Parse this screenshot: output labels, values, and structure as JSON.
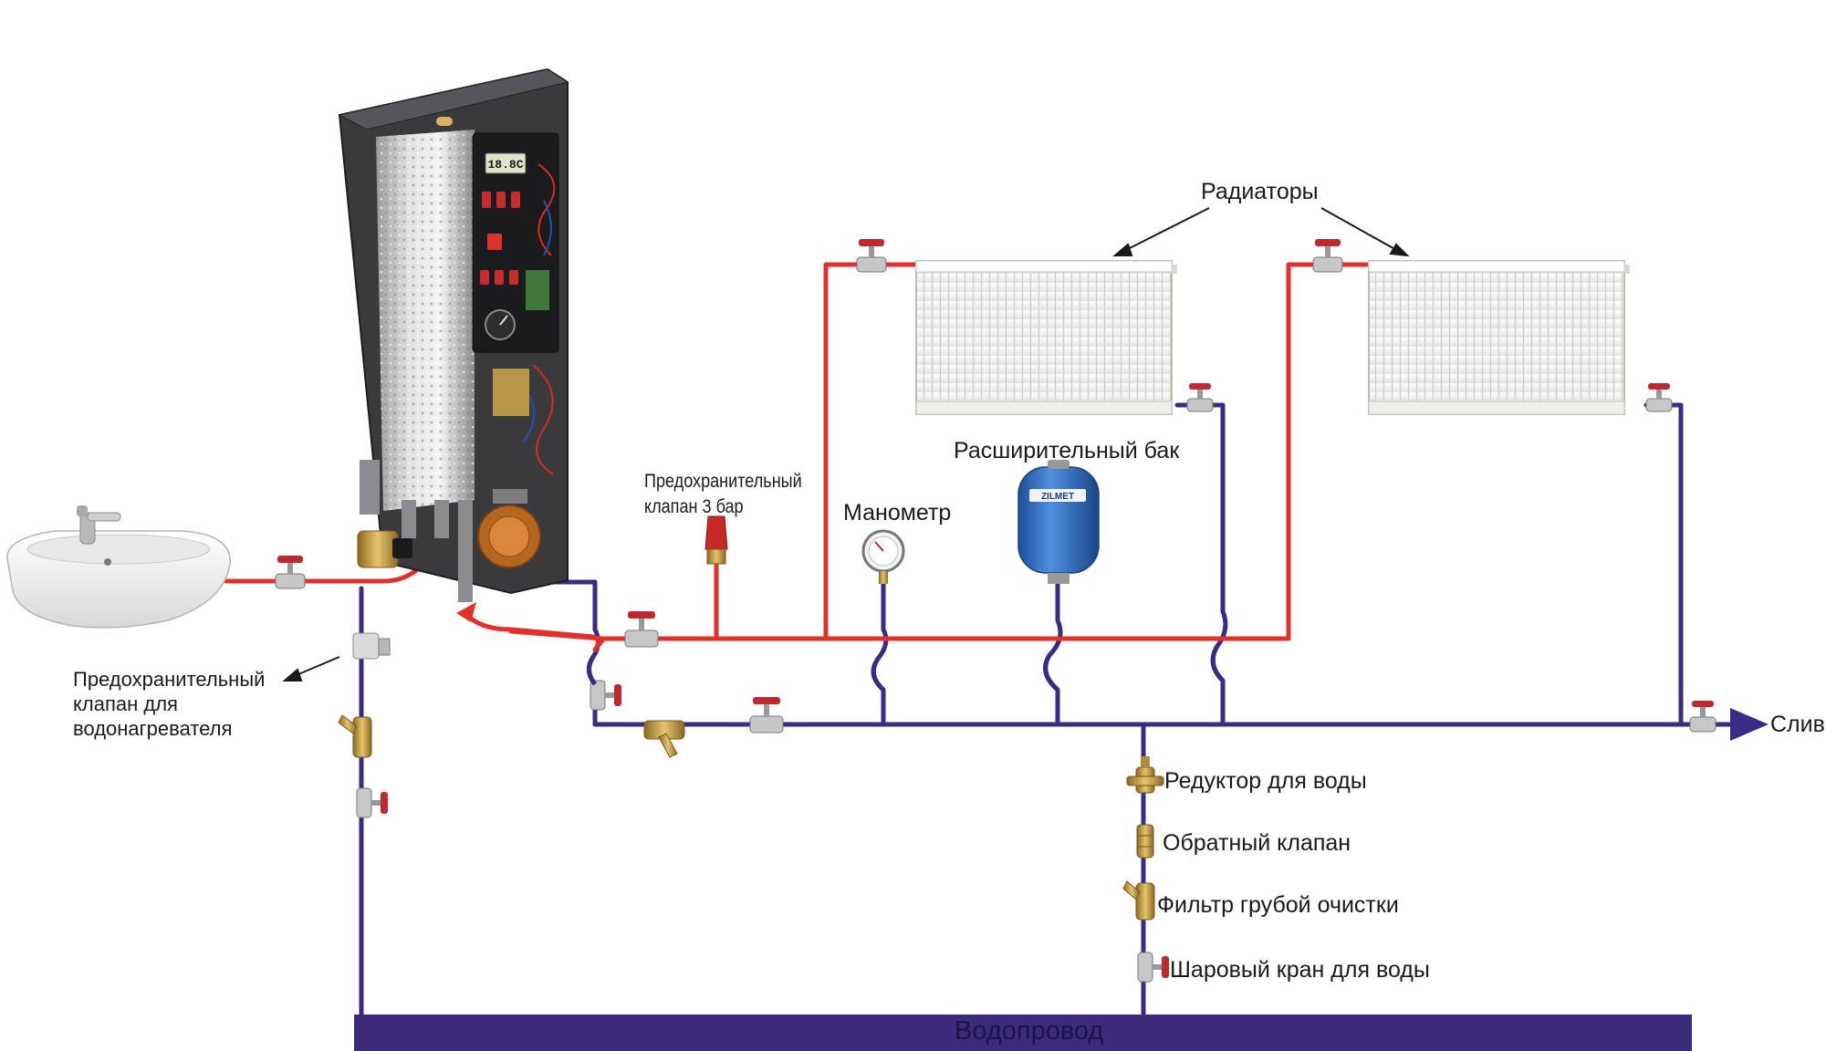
{
  "labels": {
    "radiators": "Радиаторы",
    "expansion_tank": "Расширительный бак",
    "pressure_gauge": "Манометр",
    "safety_valve_3bar_line1": "Предохранительный",
    "safety_valve_3bar_line2": "клапан 3 бар",
    "safety_valve_heater_line1": "Предохранительный",
    "safety_valve_heater_line2": "клапан для",
    "safety_valve_heater_line3": "водонагревателя",
    "drain": "Слив",
    "pressure_reducer": "Редуктор для воды",
    "check_valve": "Обратный клапан",
    "coarse_filter": "Фильтр грубой очистки",
    "ball_valve": "Шаровый кран для воды",
    "water_main": "Водопровод"
  },
  "boiler_display": "18.8C",
  "tank_brand": "ZILMET",
  "colors": {
    "supply_pipe": "#e0312b",
    "return_pipe": "#3b2a86",
    "water_main": "#3c2a7a",
    "tank": "#2f6cc0",
    "radiator": "#f2f2f0",
    "valve_handle": "#c0282f",
    "brass": "#c9a24a"
  }
}
